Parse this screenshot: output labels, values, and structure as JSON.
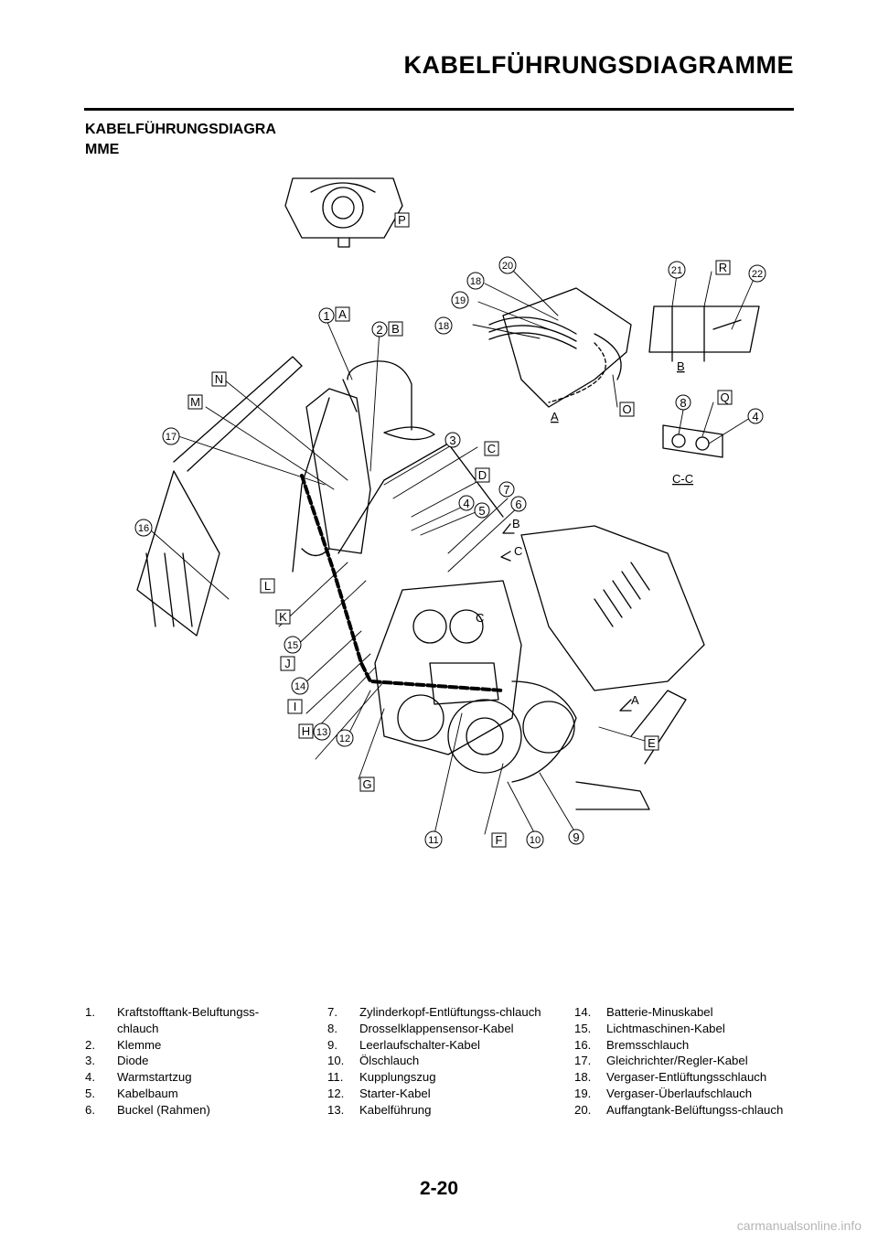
{
  "header": {
    "title": "KABELFÜHRUNGSDIAGRAMME"
  },
  "section": {
    "title": "KABELFÜHRUNGSDIAGRA\nMME"
  },
  "diagram": {
    "callouts": [
      "1",
      "2",
      "3",
      "4",
      "5",
      "6",
      "7",
      "8",
      "9",
      "10",
      "11",
      "12",
      "13",
      "14",
      "15",
      "16",
      "17",
      "18",
      "19",
      "20",
      "21",
      "22"
    ],
    "letters": [
      "A",
      "B",
      "C",
      "D",
      "E",
      "F",
      "G",
      "H",
      "I",
      "J",
      "K",
      "L",
      "M",
      "N",
      "O",
      "P",
      "Q",
      "R"
    ],
    "section_labels": {
      "a": "A",
      "b": "B",
      "c": "C",
      "cc": "C-C"
    }
  },
  "legend": {
    "col1": [
      {
        "n": "1.",
        "t": "Kraftstofftank-Beluftungss-chlauch"
      },
      {
        "n": "2.",
        "t": "Klemme"
      },
      {
        "n": "3.",
        "t": "Diode"
      },
      {
        "n": "4.",
        "t": "Warmstartzug"
      },
      {
        "n": "5.",
        "t": "Kabelbaum"
      },
      {
        "n": "6.",
        "t": "Buckel (Rahmen)"
      }
    ],
    "col2": [
      {
        "n": "7.",
        "t": "Zylinderkopf-Entlüftungss-chlauch"
      },
      {
        "n": "8.",
        "t": "Drosselklappensensor-Kabel"
      },
      {
        "n": "9.",
        "t": "Leerlaufschalter-Kabel"
      },
      {
        "n": "10.",
        "t": "Ölschlauch"
      },
      {
        "n": "11.",
        "t": "Kupplungszug"
      },
      {
        "n": "12.",
        "t": "Starter-Kabel"
      },
      {
        "n": "13.",
        "t": "Kabelführung"
      }
    ],
    "col3": [
      {
        "n": "14.",
        "t": "Batterie-Minuskabel"
      },
      {
        "n": "15.",
        "t": "Lichtmaschinen-Kabel"
      },
      {
        "n": "16.",
        "t": "Bremsschlauch"
      },
      {
        "n": "17.",
        "t": "Gleichrichter/Regler-Kabel"
      },
      {
        "n": "18.",
        "t": "Vergaser-Entlüftungsschlauch"
      },
      {
        "n": "19.",
        "t": "Vergaser-Überlaufschlauch"
      },
      {
        "n": "20.",
        "t": "Auffangtank-Belüftungss-chlauch"
      }
    ]
  },
  "footer": {
    "page_number": "2-20",
    "watermark": "carmanualsonline.info"
  }
}
